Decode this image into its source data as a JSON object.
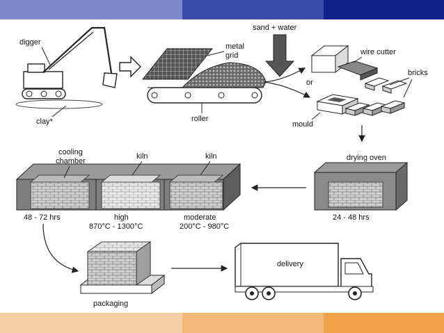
{
  "labels": {
    "digger": "digger",
    "clay": "clay*",
    "metal_grid_1": "metal",
    "metal_grid_2": "grid",
    "roller": "roller",
    "sand_water": "sand + water",
    "or": "or",
    "wire_cutter": "wire cutter",
    "bricks": "bricks",
    "mould": "mould",
    "drying_oven": "drying oven",
    "drying_time": "24 - 48 hrs",
    "cooling_chamber_1": "cooling",
    "cooling_chamber_2": "chamber",
    "kiln_1": "kiln",
    "kiln_2": "kiln",
    "cooling_time": "48 - 72 hrs",
    "high": "high",
    "high_temp": "870°C - 1300°C",
    "moderate": "moderate",
    "moderate_temp": "200°C - 980°C",
    "packaging": "packaging",
    "delivery": "delivery"
  },
  "colors": {
    "top_band": [
      "#6f7fc6",
      "#3e4fa3",
      "#1f2e8c",
      "#0f1d80"
    ],
    "bottom_band": [
      "#f3c99a",
      "#f2b878",
      "#f0a24f"
    ]
  }
}
